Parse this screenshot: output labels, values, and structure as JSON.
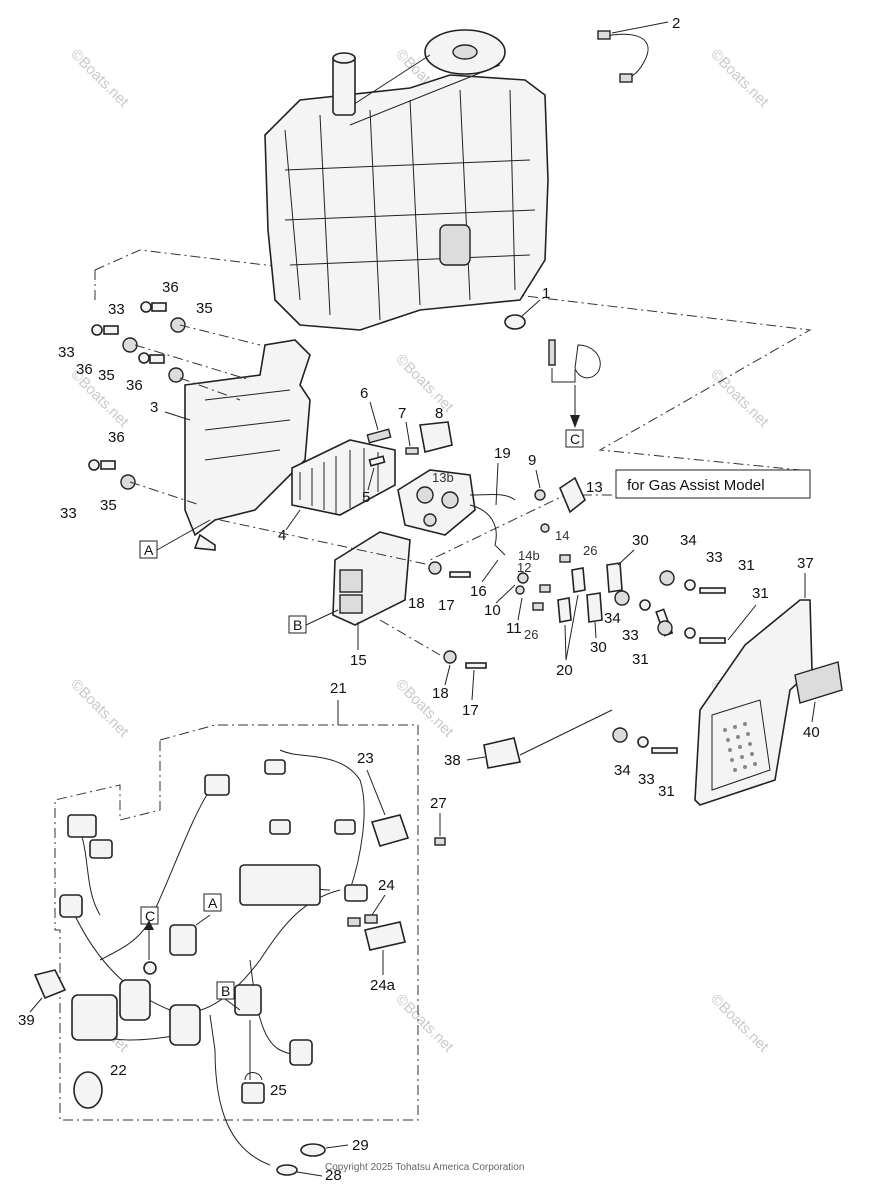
{
  "callouts": {
    "c1": "1",
    "c2": "2",
    "c3": "3",
    "c4": "4",
    "c5": "5",
    "c6": "6",
    "c7": "7",
    "c8": "8",
    "c9": "9",
    "c10": "10",
    "c11": "11",
    "c12": "12",
    "c13": "13",
    "c13b": "13b",
    "c14": "14",
    "c14b": "14b",
    "c15": "15",
    "c16": "16",
    "c17a": "17",
    "c17b": "17",
    "c18a": "18",
    "c18b": "18",
    "c19": "19",
    "c20": "20",
    "c21": "21",
    "c22": "22",
    "c23": "23",
    "c24": "24",
    "c24a": "24a",
    "c25": "25",
    "c26a": "26",
    "c26b": "26",
    "c27": "27",
    "c28": "28",
    "c29": "29",
    "c30a": "30",
    "c30b": "30",
    "c31a": "31",
    "c31b": "31",
    "c31c": "31",
    "c31d": "31",
    "c33a": "33",
    "c33b": "33",
    "c33c": "33",
    "c33d": "33",
    "c33e": "33",
    "c33f": "33",
    "c34a": "34",
    "c34b": "34",
    "c34c": "34",
    "c35a": "35",
    "c35b": "35",
    "c35c": "35",
    "c36a": "36",
    "c36b": "36",
    "c36c": "36",
    "c36d": "36",
    "c37": "37",
    "c38": "38",
    "c39": "39",
    "c40": "40"
  },
  "ref_boxes": {
    "a_top": "A",
    "b_top": "B",
    "c_top": "C",
    "a_harness": "A",
    "b_harness": "B",
    "c_harness": "C"
  },
  "note": "for Gas Assist Model",
  "watermark": "©Boats.net",
  "copyright": "Copyright 2025 Tohatsu America Corporation"
}
